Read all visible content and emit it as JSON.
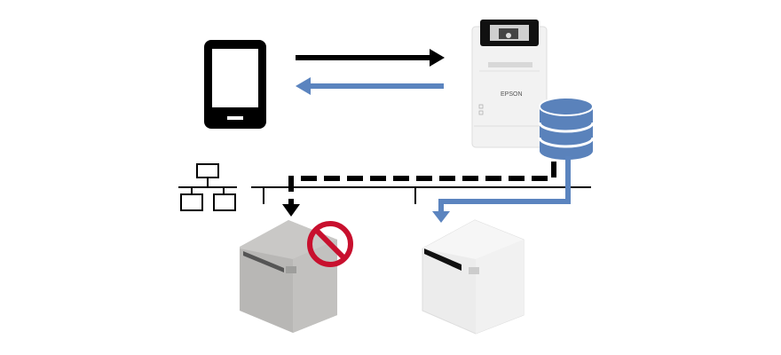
{
  "diagram": {
    "brand_logo": "EPSON",
    "colors": {
      "request_arrow": "#000000",
      "response_arrow": "#5b84bf",
      "database": "#5a82bb",
      "prohibited": "#c8102e",
      "disabled_printer": "#bdbcba",
      "active_printer": "#f1f1f1"
    },
    "nodes": [
      {
        "id": "tablet",
        "icon": "tablet-icon"
      },
      {
        "id": "main-printer",
        "icon": "printer-icon"
      },
      {
        "id": "database",
        "icon": "database-icon"
      },
      {
        "id": "network",
        "icon": "network-icon"
      },
      {
        "id": "blocked-printer",
        "icon": "printer-icon",
        "status": "prohibited"
      },
      {
        "id": "target-printer",
        "icon": "printer-icon",
        "status": "active"
      }
    ]
  }
}
